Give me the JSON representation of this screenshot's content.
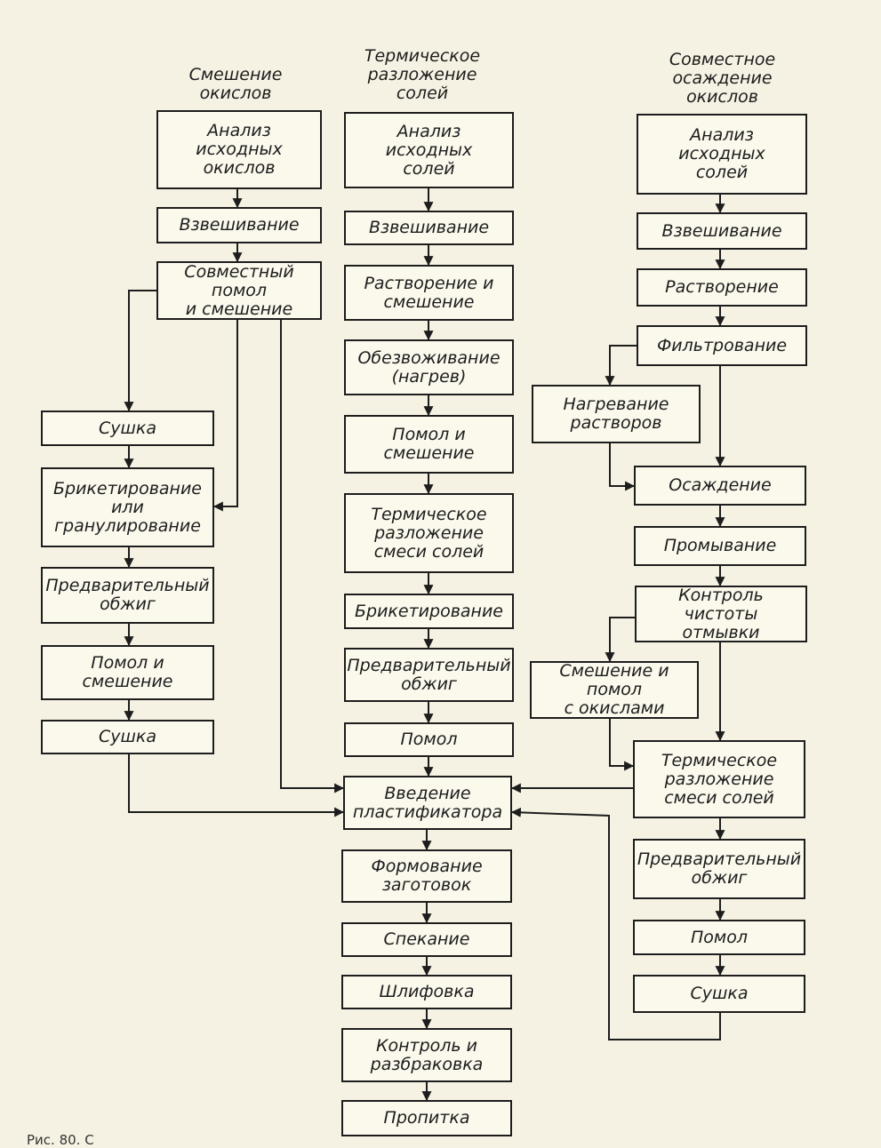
{
  "columns": {
    "oxide_mixing": {
      "title": "Смешение\nокислов",
      "steps": [
        "Анализ\nисходных\nокислов",
        "Взвешивание",
        "Совместный помол\nи смешение",
        "Сушка",
        "Брикетирование\nили\nгранулирование",
        "Предварительный\nобжиг",
        "Помол и\nсмешение",
        "Сушка"
      ]
    },
    "thermal_decomposition": {
      "title": "Термическое\nразложение\nсолей",
      "steps": [
        "Анализ\nисходных\nсолей",
        "Взвешивание",
        "Растворение и\nсмешение",
        "Обезвоживание\n(нагрев)",
        "Помол и\nсмешение",
        "Термическое\nразложение\nсмеси солей",
        "Брикетирование",
        "Предварительный\nобжиг",
        "Помол"
      ]
    },
    "coprecipitation": {
      "title": "Совместное\nосаждение\nокислов",
      "steps": [
        "Анализ\nисходных\nсолей",
        "Взвешивание",
        "Растворение",
        "Фильтрование",
        "Нагревание\nрастворов",
        "Осаждение",
        "Промывание",
        "Контроль чистоты\nотмывки",
        "Смешение и помол\nс окислами",
        "Термическое\nразложение\nсмеси солей",
        "Предварительный\nобжиг",
        "Помол",
        "Сушка"
      ]
    }
  },
  "common_steps": [
    "Введение\nпластификатора",
    "Формование\nзаготовок",
    "Спекание",
    "Шлифовка",
    "Контроль и\nразбраковка",
    "Пропитка"
  ],
  "caption": "Рис. 80. С"
}
